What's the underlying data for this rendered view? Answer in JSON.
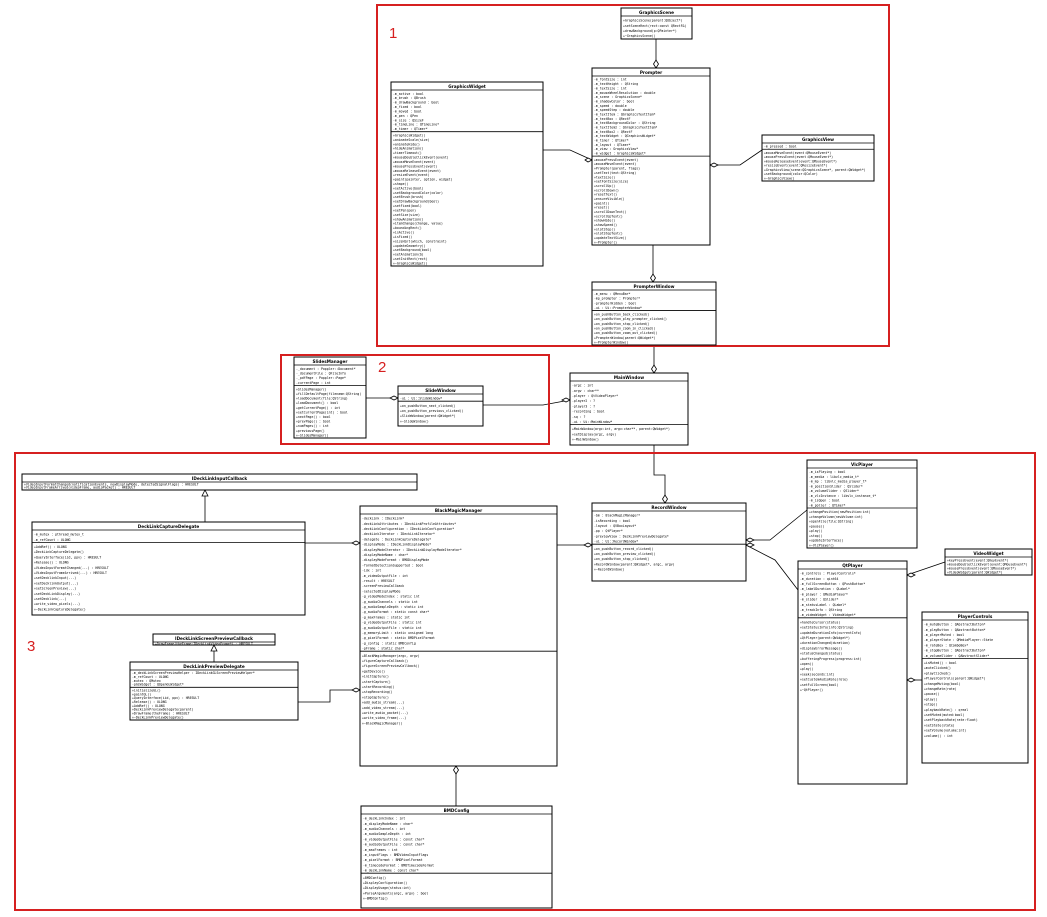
{
  "regions": [
    {
      "id": "r1",
      "label": "1"
    },
    {
      "id": "r2",
      "label": "2"
    },
    {
      "id": "r3",
      "label": "3"
    }
  ],
  "classes": {
    "GraphicsScene": {
      "name": "GraphicsScene",
      "attrs": [],
      "methods": [
        "+GraphicsScene(parent:QObject*)",
        "+setSceneRect(rect:const QRectF&)",
        "+drawBackground(p:QPainter*)",
        "+~GraphicsScene()"
      ]
    },
    "Prompter": {
      "name": "Prompter",
      "attrs": [
        "-m_fontSize : int",
        "-m_textHeight : QString",
        "-m_textSize : int",
        "-m_mouseWheelResolution : double",
        "-m_scene : GraphicsScene*",
        "-m_shadowColor : bool",
        "-m_speed : double",
        "-m_speedStep : double",
        "-m_textItem : QGraphicsTextItem*",
        "-m_textBox : QRectF",
        "-m_textBackgroundColor : QString",
        "-m_textItem2 : QGraphicsTextItem*",
        "-m_textBox2 : QRectF",
        "-m_textWidget : QGraphicsWidget*",
        "-m_timer : QTimer*",
        "-m_layout : QTimer*",
        "-m_view : GraphicsView*",
        "-m_widget : GraphicsWidget*"
      ],
      "methods": [
        "+mousePressEvent(event)",
        "+mouseMoveEvent(event)",
        "+Prompter(parent, flags)",
        "+setText(text:QString)",
        "+textSize()",
        "+setFontSize(size)",
        "+scrollUp()",
        "+scrollDown()",
        "+resetText()",
        "+ensureVisible()",
        "+paint()",
        "+reset()",
        "+scrollDownText()",
        "+scrollUpText()",
        "+showHide()",
        "+showSpeed()",
        "+slotStop()",
        "+slotStopText()",
        "+updateTextSize()",
        "+~Prompter()"
      ]
    },
    "GraphicsWidget": {
      "name": "GraphicsWidget",
      "attrs": [
        "-m_active : bool",
        "-m_brush : QBrush",
        "-m_drawBackground : bool",
        "-m_fixed : bool",
        "-m_moved : bool",
        "-m_pen : QPen",
        "-m_size : QSizeF",
        "-m_timeLine : QTimeLine*",
        "-m_timer : QTimer*"
      ],
      "methods": [
        "+GraphicsWidget()",
        "+animateScale(size)",
        "+animateHide()",
        "+hideAnimation()",
        "+timerTimeout()",
        "+mouseDoubleClickEvent(event)",
        "+mouseMoveEvent(event)",
        "+mousePressEvent(event)",
        "+mouseReleaseEvent(event)",
        "+resizeEvent(event)",
        "+paint(painter, option, widget)",
        "+shape()",
        "+setActive(bool)",
        "+setBackgroundColor(color)",
        "+setBrush(brush)",
        "+setDrawBackground(bool)",
        "+setFixed(bool)",
        "+setPen(pen)",
        "+setSize(size)",
        "+showAnimation()",
        "+itemChange(change, value)",
        "+boundingRect()",
        "+isActive()",
        "+isFixed()",
        "+sizeHint(which, constraint)",
        "+updateGeometry()",
        "+setBackground(bool)",
        "+setAnimation(b)",
        "+setInitRect(rect)",
        "+~GraphicsWidget()"
      ]
    },
    "GraphicsView": {
      "name": "GraphicsView",
      "attrs": [
        "-m_pressed : bool"
      ],
      "methods": [
        "+mouseMoveEvent(event:QMouseEvent*)",
        "+mousePressEvent(event:QMouseEvent*)",
        "+mouseReleaseEvent(event:QMouseEvent*)",
        "+resizeEvent(event:QResizeEvent*)",
        "+GraphicsView(scene:QGraphicsScene*, parent:QWidget*)",
        "+setBackground(color:QColor)",
        "+~GraphicsView()"
      ]
    },
    "PrompterWindow": {
      "name": "PrompterWindow",
      "attrs": [
        "-m_menu : QMenuBar*",
        "-mp_prompter : Prompter*",
        "-prompterHidden : bool",
        "-ui : Ui::PrompterWindow*"
      ],
      "methods": [
        "+on_pushButton_back_clicked()",
        "+on_pushButton_play_prompter_clicked()",
        "+on_pushButton_stop_clicked()",
        "+on_pushButton_zoom_in_clicked()",
        "+on_pushButton_zoom_out_clicked()",
        "+PrompterWindow(parent:QWidget*)",
        "+~PrompterWindow()"
      ]
    },
    "SlidesManager": {
      "name": "SlidesManager",
      "attrs": [
        "-_document : Poppler::Document*",
        "-_documentFile : QFileInfo",
        "-_pdfPage : Poppler::Page*",
        "-currentPage : int"
      ],
      "methods": [
        "+SlidesManager()",
        "+fillDefaultPage(filename:QString)",
        "+loadDocument(file:QString)",
        "+loadDocument() : bool",
        "+getCurrentPage() : int",
        "+setCurrentPage(int) : bool",
        "+nextPage() : bool",
        "+prevPage() : bool",
        "+numPages() : int",
        "+previousPage()",
        "+~SlidesManager()"
      ]
    },
    "SlideWindow": {
      "name": "SlideWindow",
      "attrs": [
        "-ui : Ui::SlideWindow*"
      ],
      "methods": [
        "+on_pushButton_next_clicked()",
        "+on_pushButton_previous_clicked()",
        "+SlideWindow(parent:QWidget*)",
        "+~SlideWindow()"
      ]
    },
    "MainWindow": {
      "name": "MainWindow",
      "attrs": [
        "-argc : int",
        "-argv : char**",
        "-player : QtVideoPlayer*",
        "-player2 : ?",
        "-player3 : ?",
        "-recording : bool",
        "-sq : ?",
        "-ui : Ui::MainWindow*"
      ],
      "methods": [
        "+MainWindow(argc:int, argv:char**, parent:QWidget*)",
        "+setDisplay(argc, argv)",
        "+~MainWindow()"
      ]
    },
    "IDeckLinkInputCallback": {
      "name": "IDeckLinkInputCallback",
      "attrs": [],
      "methods": [
        "+VideoInputFormatChanged(notificationEvents, newDisplayMode, detectedSignalFlags) : HRESULT",
        "+VideoInputFrameArrived(videoFrame, audioPacket) : HRESULT"
      ]
    },
    "DeckLinkCaptureDelegate": {
      "name": "DeckLinkCaptureDelegate",
      "attrs": [
        "-m_mutex : pthread_mutex_t",
        "-m_refCount : ULONG"
      ],
      "methods": [
        "+AddRef() : ULONG",
        "+DeckLinkCaptureDelegate()",
        "+QueryInterface(iid, ppv) : HRESULT",
        "+Release() : ULONG",
        "+VideoInputFormatChanged(...) : HRESULT",
        "+VideoInputFrameArrived(...) : HRESULT",
        "+setDecklinkInput(...)",
        "+setDecklinkOutput(...)",
        "+setScreenPreview(...)",
        "+setDeckLinkDisplay(...)",
        "+setDecklink(...)",
        "+write_video_pixels(...)",
        "+~DeckLinkCaptureDelegate()"
      ]
    },
    "IDeckLinkScreenPreviewCallback": {
      "name": "IDeckLinkScreenPreviewCallback",
      "attrs": [],
      "methods": [
        "+DrawFrame(theFrame:IDeckLinkVideoFrame*) : HRESULT"
      ]
    },
    "DeckLinkPreviewDelegate": {
      "name": "DeckLinkPreviewDelegate",
      "attrs": [
        "-m_deckLinkScreenPreviewHelper : IDeckLinkGLScreenPreviewHelper*",
        "-m_refCount : ULONG",
        "-mutex : QMutex",
        "-pGLWidget : QOpenGLWidget*"
      ],
      "methods": [
        "+initializeGL()",
        "+paintGL()",
        "+QueryInterface(iid, ppv) : HRESULT",
        "+Release() : ULONG",
        "+AddRef() : ULONG",
        "+DeckLinkPreviewDelegate(parent)",
        "+DrawFrame(theFrame) : HRESULT",
        "+~DeckLinkPreviewDelegate()"
      ]
    },
    "BlackMagicManager": {
      "name": "BlackMagicManager",
      "attrs": [
        "-deckLink : IDeckLink*",
        "-deckLinkAttributes : IDeckLinkProfileAttributes*",
        "-deckLinkConfiguration : IDeckLinkConfiguration*",
        "-deckLinkIterator : IDeckLinkIterator*",
        "-delegate : DeckLinkCaptureDelegate*",
        "-displayMode : IDeckLinkDisplayMode*",
        "-displayModeIterator : IDeckLinkDisplayModeIterator*",
        "-displayModeName : char*",
        "-displayModeFormat : BMDDisplayMode",
        "-formatDetectionSupported : bool",
        "-idx : int",
        "-m_videoOutputFile : int",
        "-result : HRESULT",
        "-screenPreviewCallback",
        "-selectedDisplayMode",
        "-g_videoModeIndex : static int",
        "-g_audioChannels : static int",
        "-g_audioSampleDepth : static int",
        "-g_audioFormat : static const char*",
        "-g_maxFrames : static int",
        "-g_videoOutputFile : static int",
        "-g_audioOutputFile : static int",
        "-g_memoryLimit : static unsigned long",
        "-g_pixelFormat : static BMDPixelFormat",
        "-g_config : static BMDConfig",
        "-pFrame : static char*"
      ],
      "methods": [
        "+BlackMagicManager(argc, argv)",
        "+figureCaptureCallback()",
        "+figureScreenPreviewCallback()",
        "+getDevice()",
        "+initCapture()",
        "+startCapture()",
        "+startRecording()",
        "+stopRecording()",
        "+stopCapture()",
        "+add_audio_stream(...)",
        "+add_video_stream(...)",
        "+write_audio_packet(...)",
        "+write_video_frame(...)",
        "+~BlackMagicManager()"
      ]
    },
    "BMDConfig": {
      "name": "BMDConfig",
      "attrs": [
        "-m_deckLinkIndex : int",
        "-m_displayModeName : char*",
        "-m_audioChannels : int",
        "-m_audioSampleDepth : int",
        "-m_videoOutputFile : const char*",
        "-m_audioOutputFile : const char*",
        "-m_maxFrames : int",
        "-m_inputFlags : BMDVideoInputFlags",
        "-m_pixelFormat : BMDPixelFormat",
        "-m_timecodeFormat : BMDTimecodeFormat",
        "-m_deckLinkName : const char*"
      ],
      "methods": [
        "+BMDConfig()",
        "+DisplayConfiguration()",
        "+DisplayUsage(status:int)",
        "+ParseArguments(argc, argv) : bool",
        "+~BMDConfig()"
      ]
    },
    "RecordWindow": {
      "name": "RecordWindow",
      "attrs": [
        "-bm : BlackMagicManager*",
        "-isRecording : bool",
        "-layout : QVBoxLayout*",
        "-pp : QtPlayer*",
        "-previewView : DeckLinkPreviewDelegate*",
        "-ui : Ui::RecordWindow*"
      ],
      "methods": [
        "+on_pushButton_record_clicked()",
        "+on_pushButton_preview_clicked()",
        "+on_pushButton_stop_clicked()",
        "+RecordWindow(parent:QWidget*, argc, argv)",
        "+~RecordWindow()"
      ]
    },
    "VlcPlayer": {
      "name": "VlcPlayer",
      "attrs": [
        "-m_isPlaying : bool",
        "-m_media : libvlc_media_t*",
        "-m_mp : libvlc_media_player_t*",
        "-m_positionSlider : QSlider*",
        "-m_volumeSlider : QSlider*",
        "-m_vlcInstance : libvlc_instance_t*",
        "-m_isOpen : bool",
        "-m_poller : QTimer*"
      ],
      "methods": [
        "+changePosition(newPosition:int)",
        "+changeVolume(newVolume:int)",
        "+openFile(file:QString)",
        "+pause()",
        "+play()",
        "+stop()",
        "+updateInterface()",
        "+~VlcPlayer()"
      ]
    },
    "VideoWidget": {
      "name": "VideoWidget",
      "attrs": [],
      "methods": [
        "+keyPressEvent(event:QKeyEvent*)",
        "+mouseDoubleClickEvent(event:QMouseEvent*)",
        "+mousePressEvent(event:QMouseEvent*)",
        "+VideoWidget(parent:QWidget*)"
      ]
    },
    "QtPlayer": {
      "name": "QtPlayer",
      "attrs": [
        "-m_controls : PlayerControls*",
        "-m_duration : qint64",
        "-m_fullScreenButton : QPushButton*",
        "-m_labelDuration : QLabel*",
        "-m_player : QMediaPlayer*",
        "-m_slider : QSlider*",
        "-m_statusLabel : QLabel*",
        "-m_trackInfo : QString",
        "-m_videoWidget : VideoWidget*"
      ],
      "methods": [
        "+handleCursor(status)",
        "+setStatusInfo(info:QString)",
        "+updateDurationInfo(currentInfo)",
        "+QtPlayer(parent:QWidget*)",
        "+durationChanged(duration)",
        "+displayErrorMessage()",
        "+statusChanged(status)",
        "+bufferingProgress(progress:int)",
        "+open()",
        "+play()",
        "+seek(seconds:int)",
        "+setCustomAudioRole(role)",
        "+setFullScreen(bool)",
        "+~QtPlayer()"
      ]
    },
    "PlayerControls": {
      "name": "PlayerControls",
      "attrs": [
        "-m_muteButton : QAbstractButton*",
        "-m_playButton : QAbstractButton*",
        "-m_playerMuted : bool",
        "-m_playerState : QMediaPlayer::State",
        "-m_rateBox : QComboBox*",
        "-m_stopButton : QAbstractButton*",
        "-m_volumeSlider : QAbstractSlider*"
      ],
      "methods": [
        "+isMuted() : bool",
        "+muteClicked()",
        "+playClicked()",
        "+PlayerControls(parent:QWidget*)",
        "+changeMuting(bool)",
        "+changeRate(rate)",
        "+pause()",
        "+play()",
        "+stop()",
        "+playbackRate() : qreal",
        "+setMuted(muted:bool)",
        "+setPlaybackRate(rate:float)",
        "+setState(state)",
        "+setVolume(volume:int)",
        "+volume() : int"
      ]
    }
  }
}
